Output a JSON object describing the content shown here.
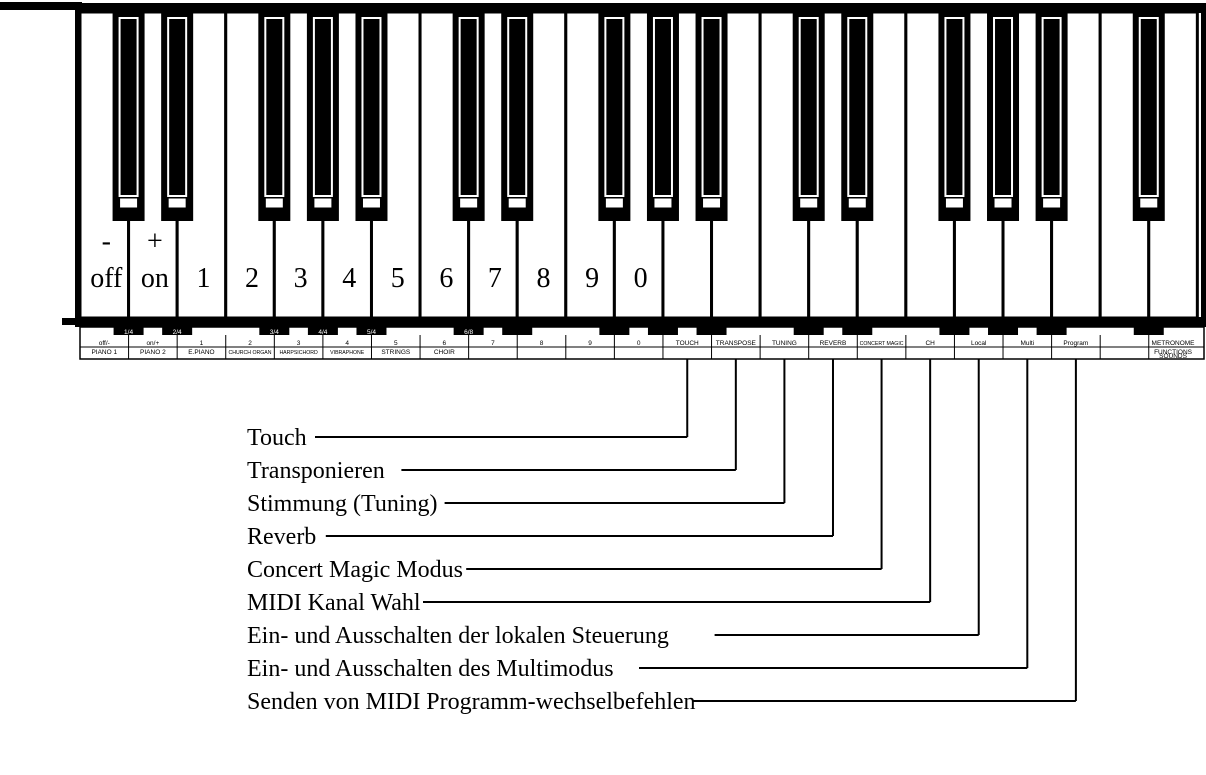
{
  "keys": {
    "white_count": 23,
    "black_count": 16,
    "key_labels": [
      {
        "top": "-",
        "bottom": "off"
      },
      {
        "top": "+",
        "bottom": "on"
      },
      {
        "top": "",
        "bottom": "1"
      },
      {
        "top": "",
        "bottom": "2"
      },
      {
        "top": "",
        "bottom": "3"
      },
      {
        "top": "",
        "bottom": "4"
      },
      {
        "top": "",
        "bottom": "5"
      },
      {
        "top": "",
        "bottom": "6"
      },
      {
        "top": "",
        "bottom": "7"
      },
      {
        "top": "",
        "bottom": "8"
      },
      {
        "top": "",
        "bottom": "9"
      },
      {
        "top": "",
        "bottom": "0"
      }
    ]
  },
  "strip": {
    "top_labels": [
      "1/4",
      "2/4",
      "3/4",
      "4/4",
      "5/4",
      "6/8"
    ],
    "row1": [
      "off/-",
      "on/+",
      "1",
      "2",
      "3",
      "4",
      "5",
      "6",
      "7",
      "8",
      "9",
      "0",
      "TOUCH",
      "TRANSPOSE",
      "TUNING",
      "REVERB",
      "CONCERT MAGIC",
      "CH",
      "Local",
      "Multi",
      "Program",
      "",
      "METRONOME"
    ],
    "row2": [
      "PIANO 1",
      "PIANO 2",
      "E.PIANO",
      "CHURCH ORGAN",
      "HARPSICHORD",
      "VIBRAPHONE",
      "STRINGS",
      "CHOIR",
      "",
      "",
      "",
      "",
      "",
      "",
      "",
      "",
      "",
      "",
      "",
      "",
      "",
      "",
      "FUNCTIONS"
    ],
    "row3_right": "SOUNDS"
  },
  "callouts": [
    {
      "label": "Touch",
      "key": "TOUCH"
    },
    {
      "label": "Transponieren",
      "key": "TRANSPOSE"
    },
    {
      "label": "Stimmung (Tuning)",
      "key": "TUNING"
    },
    {
      "label": "Reverb",
      "key": "REVERB"
    },
    {
      "label": "Concert Magic Modus",
      "key": "CONCERT MAGIC"
    },
    {
      "label": "MIDI Kanal Wahl",
      "key": "CH"
    },
    {
      "label": "Ein- und Ausschalten der lokalen Steuerung",
      "key": "Local"
    },
    {
      "label": "Ein- und Ausschalten des Multimodus",
      "key": "Multi"
    },
    {
      "label": "Senden von MIDI Programm-wechselbefehlen",
      "key": "Program"
    }
  ]
}
